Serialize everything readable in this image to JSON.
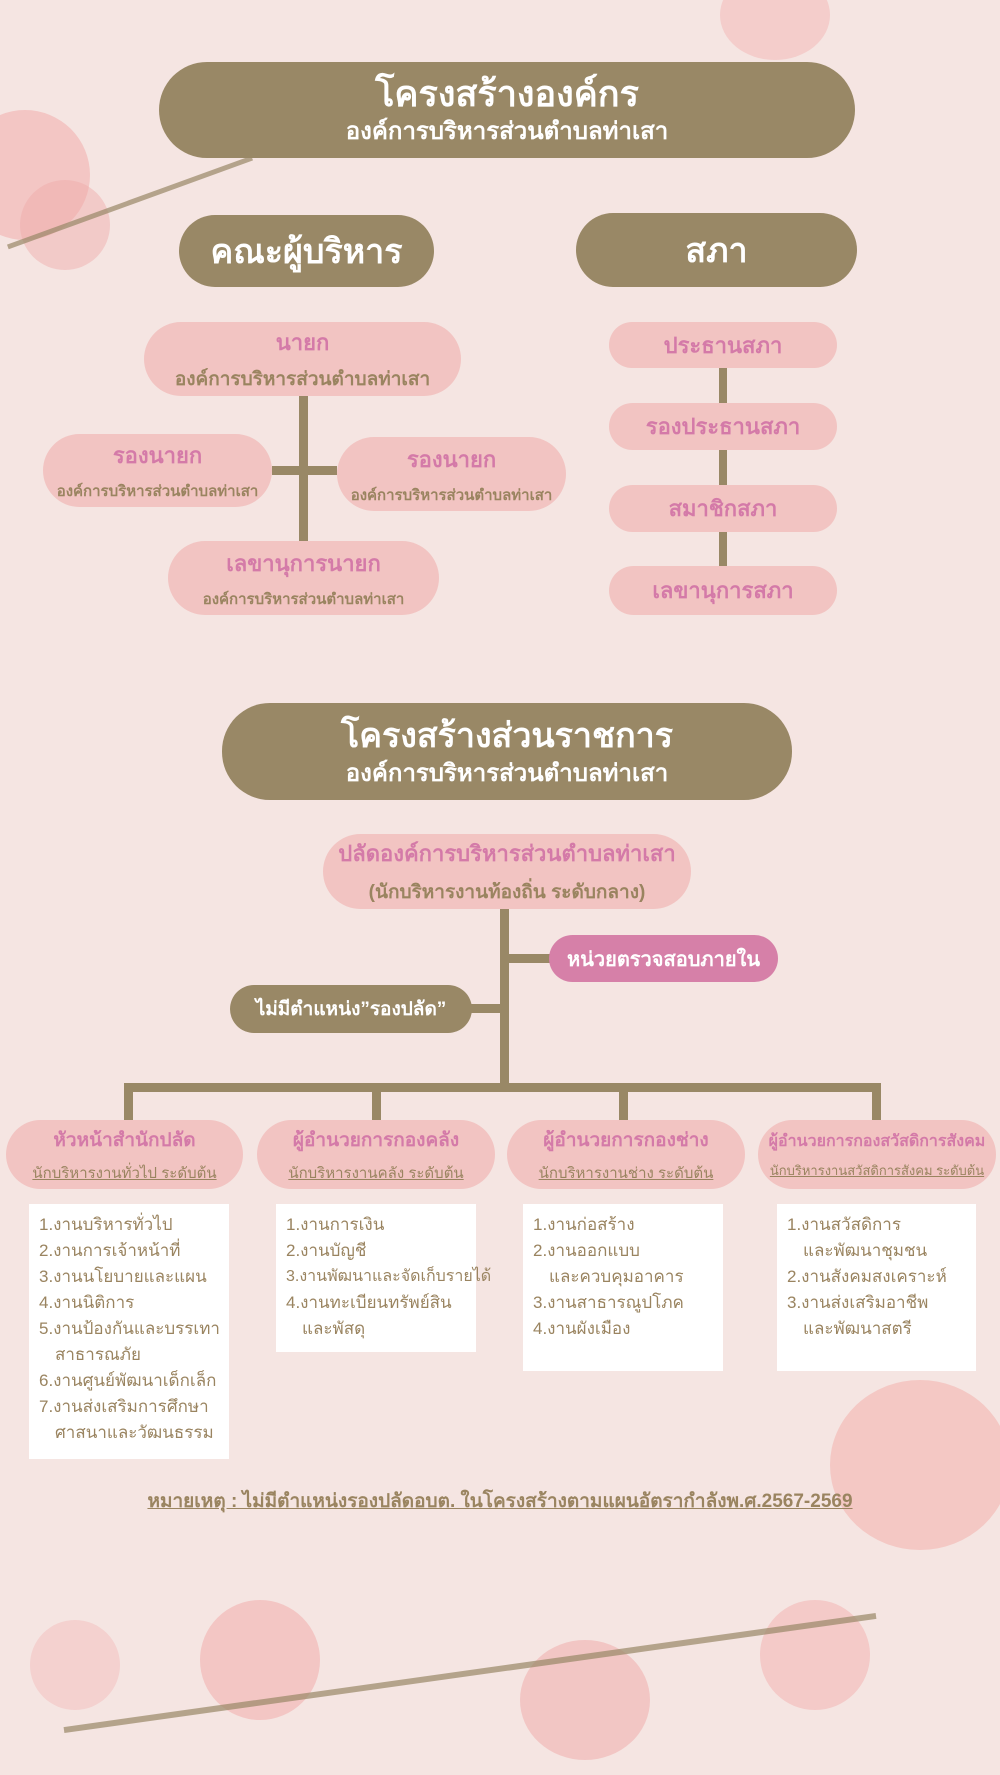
{
  "header": {
    "title": "โครงสร้างองค์กร",
    "subtitle": "องค์การบริหารส่วนตำบลท่าเสา"
  },
  "executive": {
    "heading": "คณะผู้บริหาร",
    "mayor": {
      "title": "นายก",
      "org": "องค์การบริหารส่วนตำบลท่าเสา"
    },
    "deputy_left": {
      "title": "รองนายก",
      "org": "องค์การบริหารส่วนตำบลท่าเสา"
    },
    "deputy_right": {
      "title": "รองนายก",
      "org": "องค์การบริหารส่วนตำบลท่าเสา"
    },
    "secretary": {
      "title": "เลขานุการนายก",
      "org": "องค์การบริหารส่วนตำบลท่าเสา"
    }
  },
  "council": {
    "heading": "สภา",
    "items": [
      "ประธานสภา",
      "รองประธานสภา",
      "สมาชิกสภา",
      "เลขานุการสภา"
    ]
  },
  "admin": {
    "title": "โครงสร้างส่วนราชการ",
    "subtitle": "องค์การบริหารส่วนตำบลท่าเสา",
    "chief": {
      "title": "ปลัดองค์การบริหารส่วนตำบลท่าเสา",
      "level": "(นักบริหารงานท้องถิ่น ระดับกลาง)"
    },
    "audit": "หน่วยตรวจสอบภายใน",
    "no_deputy": "ไม่มีตำแหน่ง”รองปลัด”",
    "departments": [
      {
        "title": "หัวหน้าสำนักปลัด",
        "level": "นักบริหารงานทั่วไป ระดับต้น",
        "tasks": [
          "1.งานบริหารทั่วไป",
          "2.งานการเจ้าหน้าที่",
          "3.งานนโยบายและแผน",
          "4.งานนิติการ",
          "5.งานป้องกันและบรรเทา",
          "สาธารณภัย",
          "6.งานศูนย์พัฒนาเด็กเล็ก",
          "7.งานส่งเสริมการศึกษา",
          "ศาสนาและวัฒนธรรม"
        ]
      },
      {
        "title": "ผู้อำนวยการกองคลัง",
        "level": "นักบริหารงานคลัง ระดับต้น",
        "tasks": [
          "1.งานการเงิน",
          "2.งานบัญชี",
          "3.งานพัฒนาและจัดเก็บรายได้",
          "4.งานทะเบียนทรัพย์สิน",
          "และพัสดุ"
        ]
      },
      {
        "title": "ผู้อำนวยการกองช่าง",
        "level": "นักบริหารงานช่าง ระดับต้น",
        "tasks": [
          "1.งานก่อสร้าง",
          "2.งานออกแบบ",
          "และควบคุมอาคาร",
          "3.งานสาธารณูปโภค",
          "4.งานผังเมือง"
        ]
      },
      {
        "title": "ผู้อำนวยการกองสวัสดิการสังคม",
        "level": "นักบริหารงานสวัสดิการสังคม ระดับต้น",
        "tasks": [
          "1.งานสวัสดิการ",
          "และพัฒนาชุมชน",
          "2.งานสังคมสงเคราะห์",
          "3.งานส่งเสริมอาชีพ",
          "และพัฒนาสตรี"
        ]
      }
    ]
  },
  "footnote": "หมายเหตุ : ไม่มีตำแหน่งรองปลัดอบต. ในโครงสร้างตามแผนอัตรากำลังพ.ศ.2567-2569"
}
